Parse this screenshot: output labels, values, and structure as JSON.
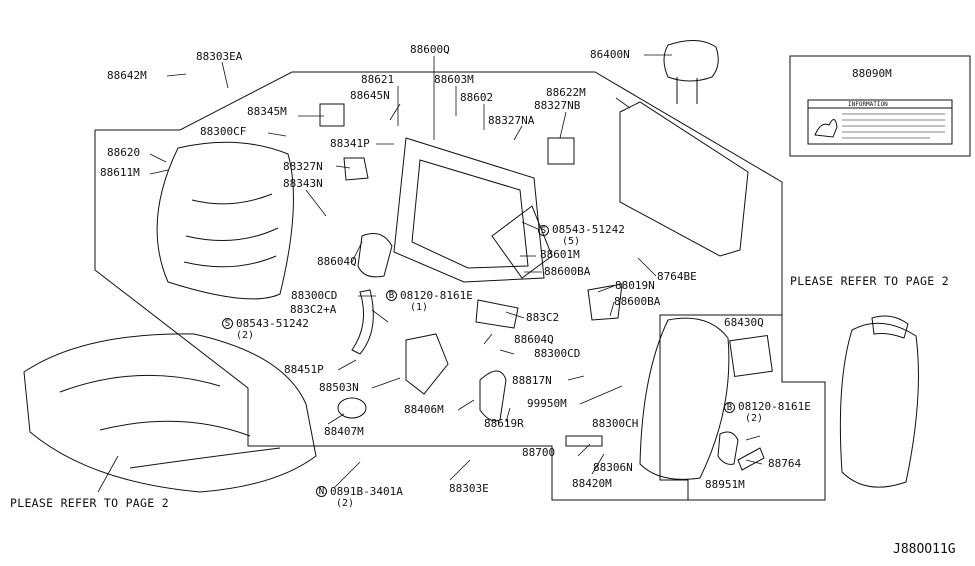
{
  "diagram_code": "J88OO11G",
  "refer_notes": {
    "left": "PLEASE REFER TO PAGE 2",
    "right": "PLEASE REFER TO PAGE 2"
  },
  "info_label": {
    "part": "88090M",
    "title": "INFORMATION"
  },
  "parts": {
    "p88303EA_top": "88303EA",
    "p88642M": "88642M",
    "p88600Q": "88600Q",
    "p86400N": "86400N",
    "p88621": "88621",
    "p88603M": "88603M",
    "p88645N": "88645N",
    "p88345M": "88345M",
    "p88602": "88602",
    "p88622M": "88622M",
    "p88327NB": "88327NB",
    "p88300CF": "88300CF",
    "p88327NA": "88327NA",
    "p88620": "88620",
    "p88341P": "88341P",
    "p88611M": "88611M",
    "p88327N": "88327N",
    "p88343N": "88343N",
    "p08543_right": "08543-51242",
    "p08543_right_qty": "(5)",
    "p88601M": "88601M",
    "p88604Q_a": "88604Q",
    "p8764BE": "8764BE",
    "p88600BA_a": "88600BA",
    "p88300CD_a": "88300CD",
    "p88019N": "88019N",
    "p883C2A": "883C2+A",
    "p08120_top": "08120-8161E",
    "p08120_top_qty": "(1)",
    "p88600BA_b": "88600BA",
    "p08543_left": "08543-51242",
    "p08543_left_qty": "(2)",
    "p883C2": "883C2",
    "p68430Q": "68430Q",
    "p88604Q_b": "88604Q",
    "p88300CD_b": "88300CD",
    "p88451P": "88451P",
    "p88503N": "88503N",
    "p88817N": "88817N",
    "p99950M": "99950M",
    "p88406M": "88406M",
    "p08120_right": "08120-8161E",
    "p08120_right_qty": "(2)",
    "p88300CH": "88300CH",
    "p88619R": "88619R",
    "p88407M": "88407M",
    "p88700": "88700",
    "p88306N": "88306N",
    "p88764": "88764",
    "p88420M": "88420M",
    "p88951M": "88951M",
    "p88303E": "88303E",
    "p0891B": "0891B-3401A",
    "p0891B_qty": "(2)"
  },
  "callout_letters": {
    "s": "S",
    "b": "B",
    "n": "N"
  }
}
